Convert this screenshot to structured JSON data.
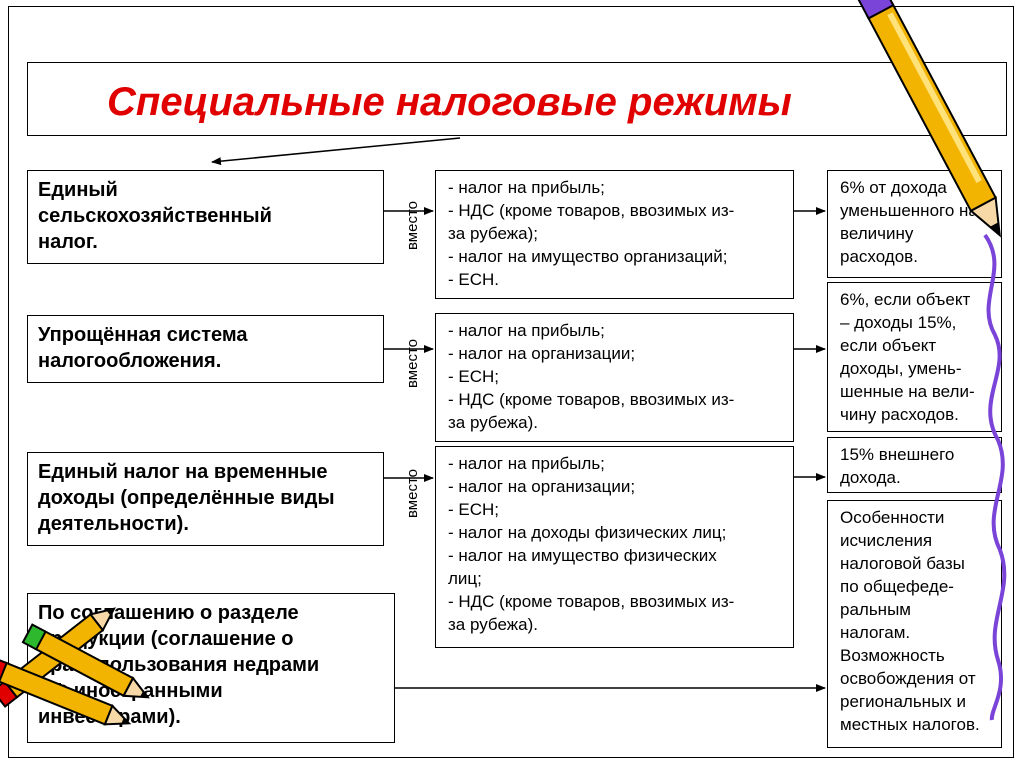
{
  "title": "Специальные налоговые режимы",
  "connector_label": "вместо",
  "regimes": [
    {
      "lines": [
        "Единый",
        "сельскохозяйственный",
        "налог."
      ]
    },
    {
      "lines": [
        "Упрощённая система",
        "налогообложения."
      ]
    },
    {
      "lines": [
        "Единый налог на временные",
        "доходы (определённые виды",
        "деятельности)."
      ]
    },
    {
      "lines": [
        "По соглашению о разделе",
        "продукции (соглашение о",
        "правопользования недрами",
        "РФ иностранными",
        "инвесторами)."
      ]
    }
  ],
  "replaced_taxes": [
    {
      "lines": [
        "- налог на прибыль;",
        "- НДС (кроме товаров, ввозимых из-",
        "за рубежа);",
        "- налог на имущество организаций;",
        "- ЕСН."
      ]
    },
    {
      "lines": [
        "- налог на прибыль;",
        "- налог на организации;",
        "- ЕСН;",
        "- НДС (кроме товаров, ввозимых из-",
        "за рубежа)."
      ]
    },
    {
      "lines": [
        "- налог на прибыль;",
        "- налог на организации;",
        "- ЕСН;",
        "- налог на доходы физических лиц;",
        "- налог на имущество физических",
        "лиц;",
        "- НДС (кроме товаров, ввозимых из-",
        "за рубежа)."
      ]
    }
  ],
  "rates": [
    {
      "lines": [
        "6% от дохода",
        "уменьшенного на",
        "величину",
        "расходов."
      ]
    },
    {
      "lines": [
        "6%, если объект",
        "– доходы 15%,",
        "если объект",
        "доходы, умень-",
        "шенные на вели-",
        "чину расходов."
      ]
    },
    {
      "lines": [
        "15% внешнего",
        "дохода."
      ]
    },
    {
      "lines": [
        "Особенности",
        "исчисления",
        "налоговой базы",
        "по общефеде-",
        "ральным",
        "налогам.",
        "Возможность",
        "освобождения от",
        "региональных и",
        "местных налогов."
      ]
    }
  ]
}
